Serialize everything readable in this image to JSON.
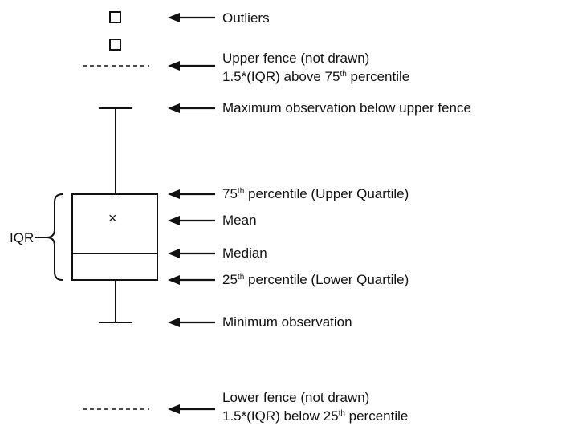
{
  "labels": {
    "outliers": "Outliers",
    "upper_fence_1": "Upper fence (not drawn)",
    "upper_fence_2_a": "1.5*(IQR) above 75",
    "upper_fence_2_sup": "th",
    "upper_fence_2_b": " percentile",
    "maximum": "Maximum observation below upper fence",
    "q3_sup": "th",
    "q3_a": "75",
    "q3_b": " percentile (Upper Quartile)",
    "mean": "Mean",
    "median": "Median",
    "q1_a": "25",
    "q1_sup": "th",
    "q1_b": " percentile (Lower Quartile)",
    "minimum": "Minimum observation",
    "lower_fence_1": "Lower fence (not drawn)",
    "lower_fence_2_a": "1.5*(IQR) below 25",
    "lower_fence_2_sup": "th",
    "lower_fence_2_b": " percentile",
    "iqr": "IQR",
    "mean_marker": "×"
  }
}
